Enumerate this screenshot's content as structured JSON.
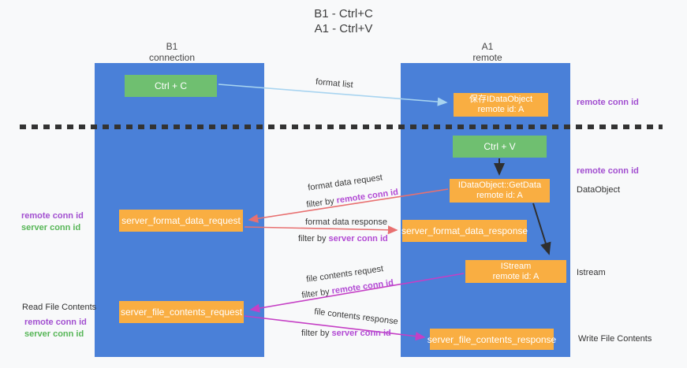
{
  "title": {
    "line1": "B1 - Ctrl+C",
    "line2": "A1 - Ctrl+V"
  },
  "lanes": {
    "left": {
      "name": "B1",
      "role": "connection"
    },
    "right": {
      "name": "A1",
      "role": "remote"
    }
  },
  "nodes": {
    "ctrl_c": {
      "label": "Ctrl + C"
    },
    "save_dataobject": {
      "line1": "保存IDataObject",
      "line2": "remote id: A"
    },
    "ctrl_v": {
      "label": "Ctrl + V"
    },
    "getdata": {
      "line1": "IDataObject::GetData",
      "line2": "remote id: A"
    },
    "server_format_data_request": {
      "label": "server_format_data_request"
    },
    "server_format_data_response": {
      "label": "server_format_data_response"
    },
    "istream": {
      "line1": "IStream",
      "line2": "remote id: A"
    },
    "server_file_contents_request": {
      "label": "server_file_contents_request"
    },
    "server_file_contents_response": {
      "label": "server_file_contents_response"
    }
  },
  "edges": {
    "format_list": {
      "label": "format list"
    },
    "format_data_request": {
      "label": "format data request",
      "filter_prefix": "filter by",
      "filter_key": "remote conn id"
    },
    "format_data_response": {
      "label": "format data response",
      "filter_prefix": "filter by",
      "filter_key": "server conn id"
    },
    "file_contents_request": {
      "label": "file contents request",
      "filter_prefix": "filter by",
      "filter_key": "remote conn id"
    },
    "file_contents_response": {
      "label": "file contents response",
      "filter_prefix": "filter by",
      "filter_key": "server conn id"
    }
  },
  "annotations": {
    "right": {
      "remote_conn_id_top": "remote conn id",
      "remote_conn_id_mid": "remote conn id",
      "dataobject": "DataObject",
      "istream": "Istream",
      "write_file_contents": "Write File Contents"
    },
    "left": {
      "remote_conn_id_mid": "remote conn id",
      "server_conn_id_mid": "server conn id",
      "read_file_contents": "Read File Contents",
      "remote_conn_id_bottom": "remote conn id",
      "server_conn_id_bottom": "server conn id"
    }
  },
  "colors": {
    "lane_fill": "#4a80d8",
    "node_green": "#6fbf70",
    "node_orange": "#f9ae42",
    "arrow_blue": "#a8d4f0",
    "arrow_red": "#e87070",
    "arrow_magenta": "#c53fc5",
    "arrow_black": "#2f2f2f",
    "label_purple": "#a24fd0",
    "label_green": "#57b657"
  }
}
